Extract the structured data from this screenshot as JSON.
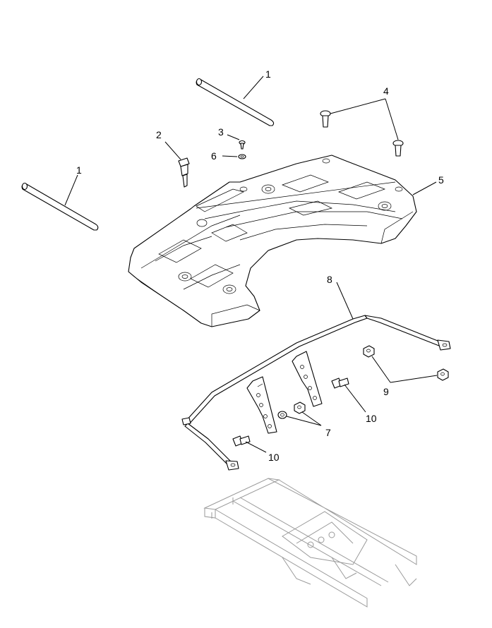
{
  "callouts": {
    "c1a": "1",
    "c1b": "1",
    "c2": "2",
    "c3": "3",
    "c4": "4",
    "c5": "5",
    "c6": "6",
    "c7": "7",
    "c8": "8",
    "c9": "9",
    "c10a": "10",
    "c10b": "10"
  },
  "parts": [
    {
      "ref": "1",
      "icon": "rod-icon"
    },
    {
      "ref": "2",
      "icon": "bolt-icon"
    },
    {
      "ref": "3",
      "icon": "screw-icon"
    },
    {
      "ref": "4",
      "icon": "screw-icon"
    },
    {
      "ref": "5",
      "icon": "rack-icon"
    },
    {
      "ref": "6",
      "icon": "washer-icon"
    },
    {
      "ref": "7",
      "icon": "nut-icon"
    },
    {
      "ref": "8",
      "icon": "bracket-icon"
    },
    {
      "ref": "9",
      "icon": "nut-icon"
    },
    {
      "ref": "10",
      "icon": "bolt-icon"
    }
  ],
  "colors": {
    "line": "#000000",
    "ghost": "#9a9a9a",
    "background": "#ffffff"
  }
}
